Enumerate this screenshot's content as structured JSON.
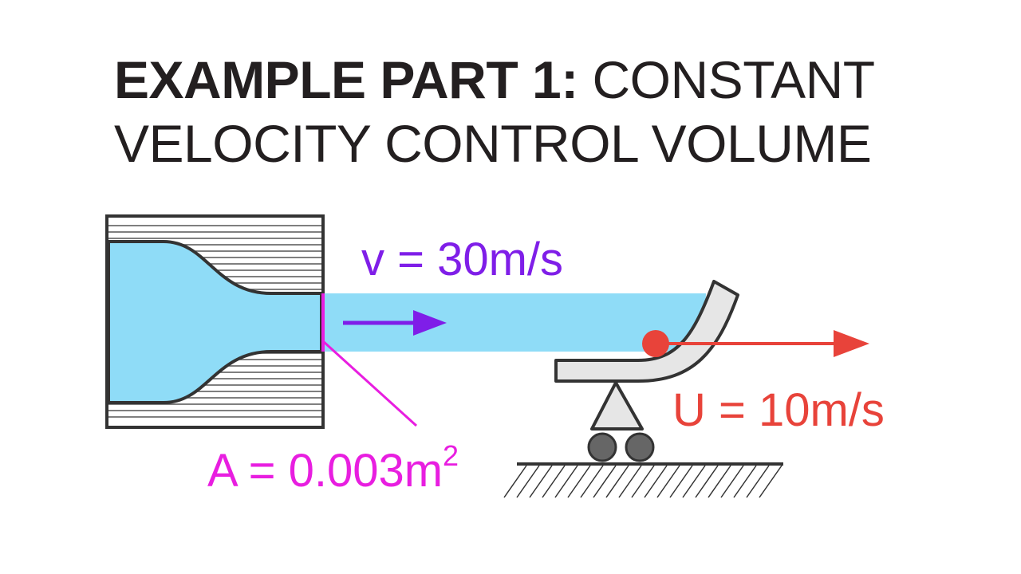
{
  "title": {
    "bold_part": "EXAMPLE PART 1:",
    "line1_rest": "CONSTANT",
    "line2": "VELOCITY CONTROL VOLUME"
  },
  "labels": {
    "velocity": "v = 30m/s",
    "area_prefix": "A = 0.003m",
    "area_exponent": "2",
    "cart_speed": "U = 10m/s"
  },
  "colors": {
    "water": "#8fdcf7",
    "velocity": "#7f1ee8",
    "area": "#e81ee0",
    "cart": "#e8433a",
    "outline": "#333333",
    "vane": "#e6e6e6"
  }
}
